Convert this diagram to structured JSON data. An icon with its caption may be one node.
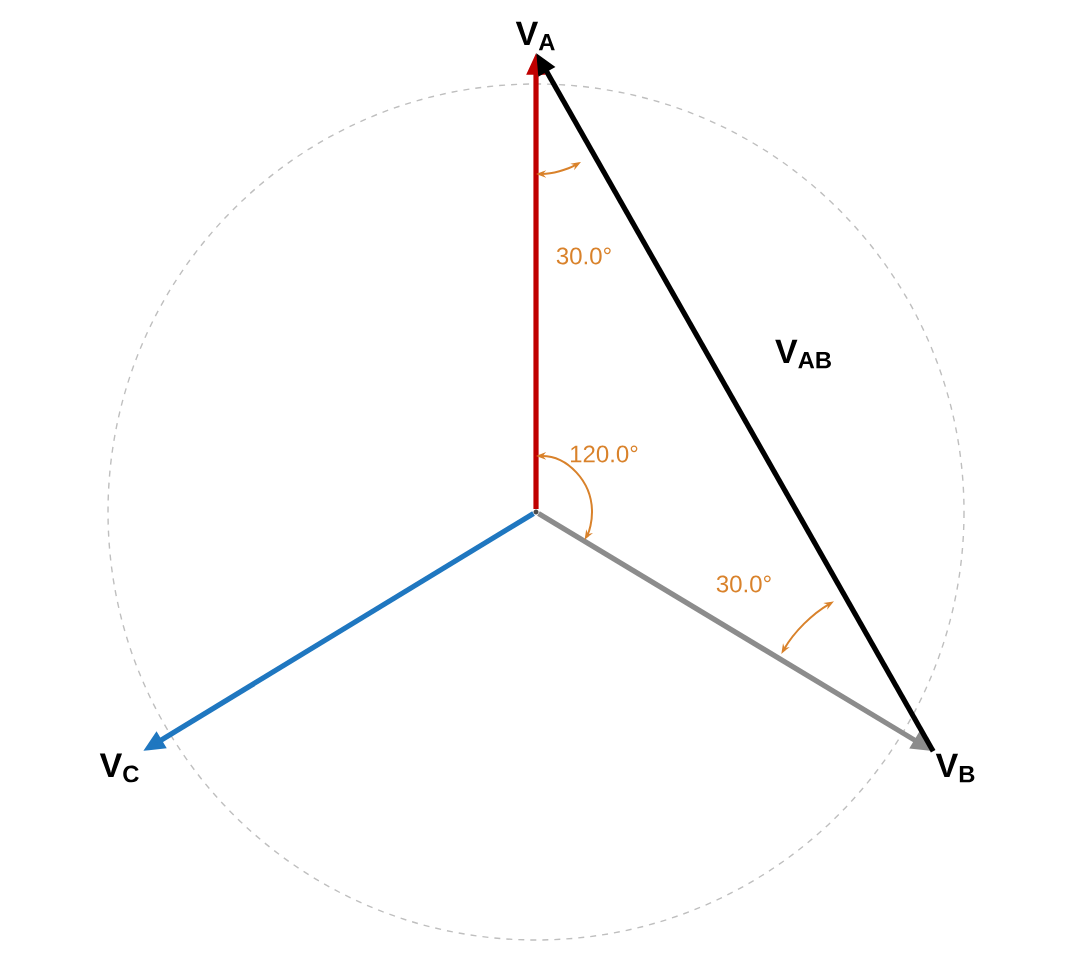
{
  "diagram": {
    "nodes": [
      {
        "text": [
          "V$_{A}$"
        ]
      },
      {
        "text": [
          "V$_{B}$"
        ]
      },
      {
        "text": [
          "V$_{C}$"
        ]
      },
      {
        "text": [],
        "shape": "point"
      }
    ],
    "edges": [
      {
        "from": 3,
        "to": 0,
        "arrow": "to",
        "color": "#c00000"
      },
      {
        "from": 3,
        "to": 1,
        "arrow": "to",
        "color": "#8c8c8c"
      },
      {
        "from": 3,
        "to": 2,
        "arrow": "to",
        "color": "#1f77c0"
      },
      {
        "from": 1,
        "to": 0,
        "arrow": "to",
        "label": "V$_{AB}$",
        "color": "#000000"
      }
    ],
    "labels": [
      "30.0°",
      "120.0°",
      "30.0°"
    ]
  }
}
